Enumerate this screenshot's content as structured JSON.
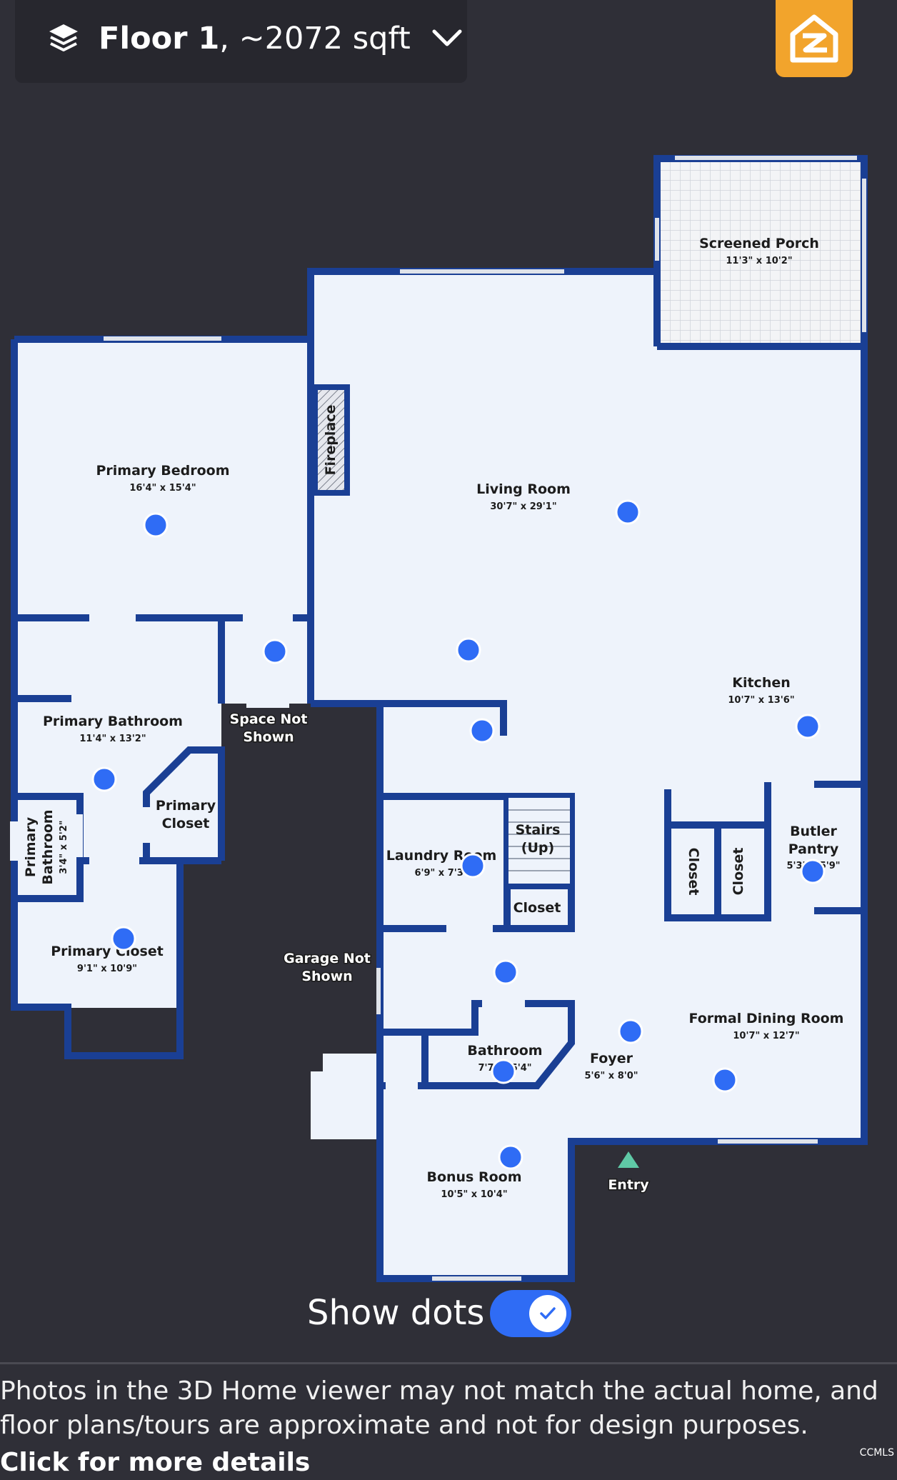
{
  "header": {
    "floor_name": "Floor 1",
    "floor_area": ", ~2072 sqft",
    "layers_icon": "layers-icon",
    "dropdown_icon": "chevron-down-icon",
    "logo_icon": "zillow-logo",
    "brand_color": "#f2a42c"
  },
  "floorplan": {
    "rooms": [
      {
        "name": "Screened Porch",
        "dims": "11'3\" x 10'2\""
      },
      {
        "name": "Primary Bedroom",
        "dims": "16'4\" x 15'4\""
      },
      {
        "name": "Living Room",
        "dims": "30'7\" x 29'1\""
      },
      {
        "name": "Kitchen",
        "dims": "10'7\" x 13'6\""
      },
      {
        "name": "Primary Bathroom",
        "dims": "11'4\" x 13'2\""
      },
      {
        "name": "Primary",
        "name2": "Closet"
      },
      {
        "name": "Stairs",
        "name2": "(Up)"
      },
      {
        "name": "Laundry Room",
        "dims": "6'9\" x 7'3\""
      },
      {
        "name": "Closet"
      },
      {
        "name": "Butler",
        "name2": "Pantry",
        "dims": "5'3\" x 5'9\""
      },
      {
        "name": "Primary Closet",
        "dims": "9'1\" x 10'9\""
      },
      {
        "name": "Bathroom",
        "dims": "7'7\" x 5'4\""
      },
      {
        "name": "Foyer",
        "dims": "5'6\" x 8'0\""
      },
      {
        "name": "Formal Dining Room",
        "dims": "10'7\" x 12'7\""
      },
      {
        "name": "Bonus Room",
        "dims": "10'5\" x 10'4\""
      }
    ],
    "vertical_labels": [
      {
        "text": "Fireplace"
      },
      {
        "text": "Primary"
      },
      {
        "text": "Bathroom"
      },
      {
        "text": "3'4\" x 5'2\""
      },
      {
        "text": "Closet"
      },
      {
        "text": "Closet"
      }
    ],
    "unshown_areas": [
      {
        "line1": "Space Not",
        "line2": "Shown"
      },
      {
        "line1": "Garage Not",
        "line2": "Shown"
      }
    ],
    "entry_label": "Entry",
    "wall_color": "#1a3f94",
    "floor_color": "#eef3fb",
    "dot_color": "#2f6cf5"
  },
  "toggle": {
    "label": "Show dots",
    "checked": true,
    "icon": "checkmark-icon"
  },
  "footer": {
    "disclaimer": "Photos in the 3D Home viewer may not match the actual home, and floor plans/tours are approximate and not for design purposes.",
    "more_link": "Click for more details",
    "mls_badge": "CCMLS"
  }
}
